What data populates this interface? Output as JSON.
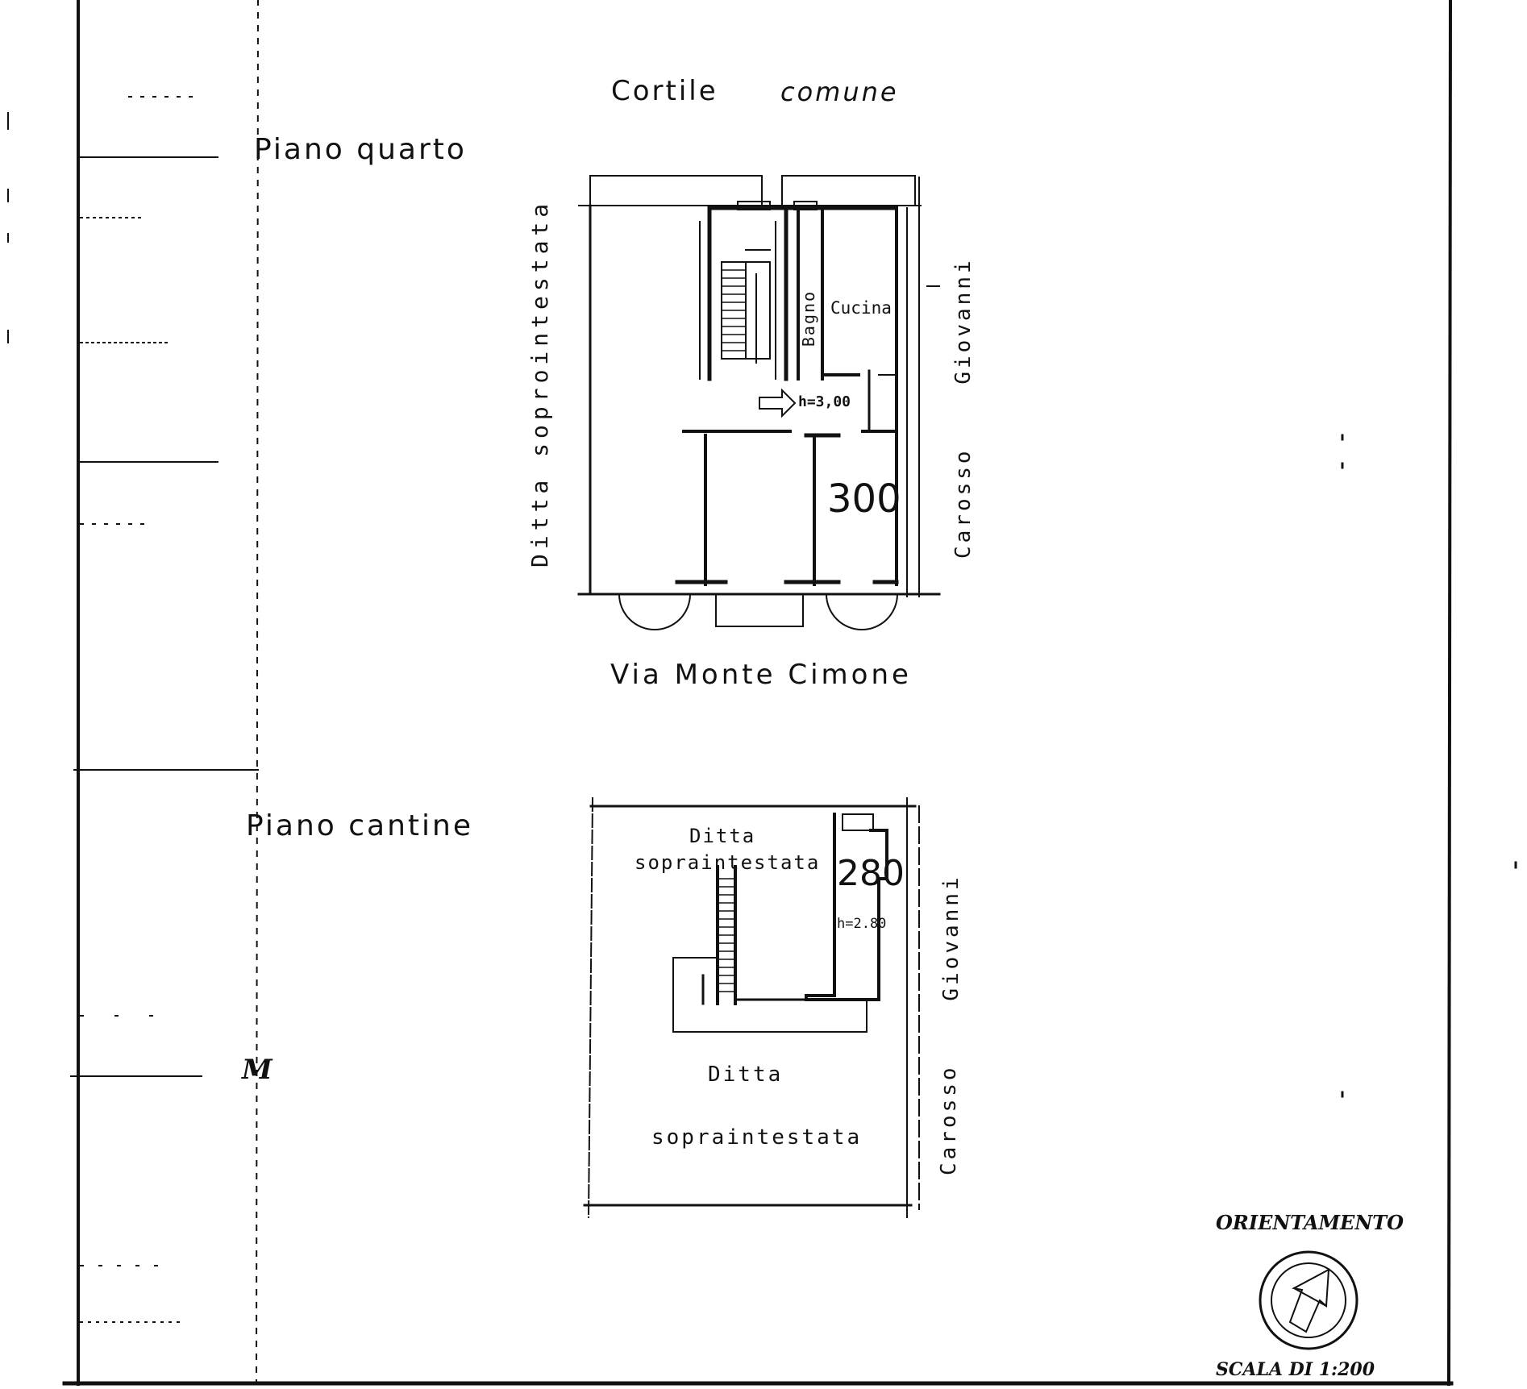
{
  "labels": {
    "cortile": "Cortile",
    "comune": "comune",
    "piano_quarto": "Piano quarto",
    "piano_cantine": "Piano cantine",
    "via_monte_cimone": "Via Monte Cimone",
    "ditta_soprainestata_upper": "Ditta soprointestata",
    "giovanni_upper": "Giovanni",
    "carosso_upper": "Carosso",
    "bagno": "Bagno",
    "cucina": "Cucina",
    "height_upper": "h=3,00",
    "number_upper": "300",
    "cellar_ditta_top_1": "Ditta",
    "cellar_ditta_top_2": "sopraintestata",
    "number_cellar": "280",
    "height_cellar": "h=2.80",
    "giovanni_lower": "Giovanni",
    "carosso_lower": "Carosso",
    "cellar_ditta_bottom_1": "Ditta",
    "cellar_ditta_bottom_2": "sopraintestata",
    "signature_mark": "M",
    "orientamento": "ORIENTAMENTO",
    "scala": "SCALA DI 1:200"
  },
  "colors": {
    "ink": "#111111",
    "paper": "#ffffff"
  },
  "icons": {
    "orientation": "north-arrow-icon",
    "entry": "entry-arrow-icon"
  }
}
